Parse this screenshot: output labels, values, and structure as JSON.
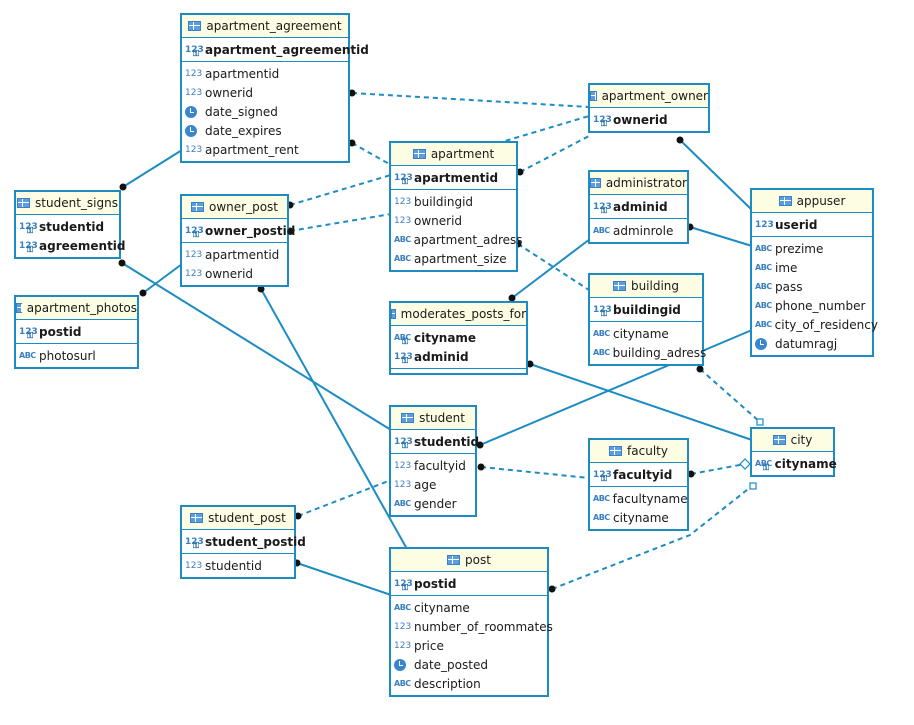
{
  "tables": {
    "apartment_agreement": {
      "title": "apartment_agreement",
      "pk": [
        {
          "name": "apartment_agreementid",
          "icon": "num-key"
        }
      ],
      "cols": [
        {
          "name": "apartmentid",
          "icon": "num"
        },
        {
          "name": "ownerid",
          "icon": "num"
        },
        {
          "name": "date_signed",
          "icon": "clock"
        },
        {
          "name": "date_expires",
          "icon": "clock"
        },
        {
          "name": "apartment_rent",
          "icon": "num"
        }
      ]
    },
    "apartment_owner": {
      "title": "apartment_owner",
      "pk": [
        {
          "name": "ownerid",
          "icon": "num-key"
        }
      ],
      "cols": []
    },
    "apartment": {
      "title": "apartment",
      "pk": [
        {
          "name": "apartmentid",
          "icon": "num-key"
        }
      ],
      "cols": [
        {
          "name": "buildingid",
          "icon": "num"
        },
        {
          "name": "ownerid",
          "icon": "num"
        },
        {
          "name": "apartment_adress",
          "icon": "abc"
        },
        {
          "name": "apartment_size",
          "icon": "abc"
        }
      ]
    },
    "administrator": {
      "title": "administrator",
      "pk": [
        {
          "name": "adminid",
          "icon": "num-key"
        }
      ],
      "cols": [
        {
          "name": "adminrole",
          "icon": "abc"
        }
      ]
    },
    "appuser": {
      "title": "appuser",
      "pk": [
        {
          "name": "userid",
          "icon": "num"
        }
      ],
      "cols": [
        {
          "name": "prezime",
          "icon": "abc"
        },
        {
          "name": "ime",
          "icon": "abc"
        },
        {
          "name": "pass",
          "icon": "abc"
        },
        {
          "name": "phone_number",
          "icon": "abc"
        },
        {
          "name": "city_of_residency",
          "icon": "abc"
        },
        {
          "name": "datumragj",
          "icon": "clock"
        }
      ]
    },
    "student_signs": {
      "title": "student_signs",
      "pk": [
        {
          "name": "studentid",
          "icon": "num-key"
        },
        {
          "name": "agreementid",
          "icon": "num-key"
        }
      ],
      "cols": []
    },
    "owner_post": {
      "title": "owner_post",
      "pk": [
        {
          "name": "owner_postid",
          "icon": "num-key"
        }
      ],
      "cols": [
        {
          "name": "apartmentid",
          "icon": "num"
        },
        {
          "name": "ownerid",
          "icon": "num"
        }
      ]
    },
    "apartment_photos": {
      "title": "apartment_photos",
      "pk": [
        {
          "name": "postid",
          "icon": "num-key"
        }
      ],
      "cols": [
        {
          "name": "photosurl",
          "icon": "abc"
        }
      ]
    },
    "building": {
      "title": "building",
      "pk": [
        {
          "name": "buildingid",
          "icon": "num-key"
        }
      ],
      "cols": [
        {
          "name": "cityname",
          "icon": "abc"
        },
        {
          "name": "building_adress",
          "icon": "abc"
        }
      ]
    },
    "moderates_posts_for": {
      "title": "moderates_posts_for",
      "pk": [
        {
          "name": "cityname",
          "icon": "abc-key"
        },
        {
          "name": "adminid",
          "icon": "num-key"
        }
      ],
      "cols": []
    },
    "student": {
      "title": "student",
      "pk": [
        {
          "name": "studentid",
          "icon": "num-key"
        }
      ],
      "cols": [
        {
          "name": "facultyid",
          "icon": "num"
        },
        {
          "name": "age",
          "icon": "num"
        },
        {
          "name": "gender",
          "icon": "abc"
        }
      ]
    },
    "city": {
      "title": "city",
      "pk": [
        {
          "name": "cityname",
          "icon": "abc-key"
        }
      ],
      "cols": []
    },
    "faculty": {
      "title": "faculty",
      "pk": [
        {
          "name": "facultyid",
          "icon": "num-key"
        }
      ],
      "cols": [
        {
          "name": "facultyname",
          "icon": "abc"
        },
        {
          "name": "cityname",
          "icon": "abc"
        }
      ]
    },
    "student_post": {
      "title": "student_post",
      "pk": [
        {
          "name": "student_postid",
          "icon": "num-key"
        }
      ],
      "cols": [
        {
          "name": "studentid",
          "icon": "num"
        }
      ]
    },
    "post": {
      "title": "post",
      "pk": [
        {
          "name": "postid",
          "icon": "num-key"
        }
      ],
      "cols": [
        {
          "name": "cityname",
          "icon": "abc"
        },
        {
          "name": "number_of_roommates",
          "icon": "num"
        },
        {
          "name": "price",
          "icon": "num"
        },
        {
          "name": "date_posted",
          "icon": "clock"
        },
        {
          "name": "description",
          "icon": "abc"
        }
      ]
    }
  },
  "icon_text": {
    "num": "123",
    "abc": "ABC"
  },
  "colors": {
    "border": "#1c8cc3",
    "header_bg": "#fdfde3",
    "line": "#1c8cc3"
  }
}
